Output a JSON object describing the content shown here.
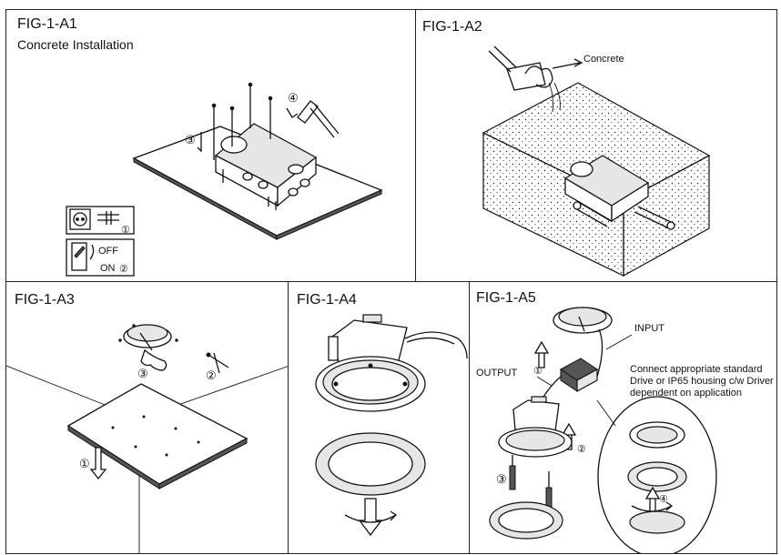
{
  "panels": {
    "a1": {
      "title": "FIG-1-A1",
      "subtitle": "Concrete Installation",
      "step3": "③",
      "step4": "④",
      "step1": "①",
      "step2": "②",
      "off": "OFF",
      "on": "ON"
    },
    "a2": {
      "title": "FIG-1-A2",
      "concrete": "Concrete"
    },
    "a3": {
      "title": "FIG-1-A3",
      "step1": "①",
      "step2": "②",
      "step3": "③"
    },
    "a4": {
      "title": "FIG-1-A4"
    },
    "a5": {
      "title": "FIG-1-A5",
      "input": "INPUT",
      "output": "OUTPUT",
      "note": [
        "Connect appropriate standard",
        "Drive or IP65 housing c/w Driver",
        "dependent on application"
      ],
      "step1": "①",
      "step2": "②",
      "step3": "③",
      "step4": "④"
    }
  }
}
